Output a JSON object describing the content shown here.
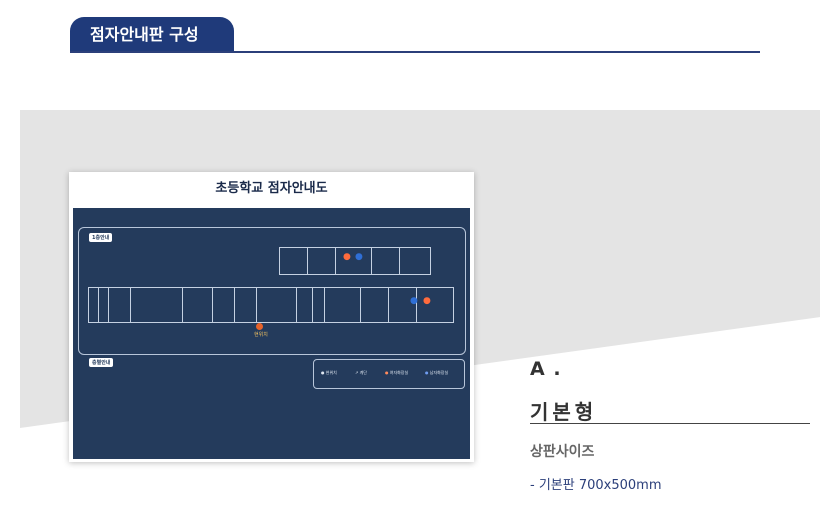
{
  "section": {
    "title": "점자안내판 구성"
  },
  "board": {
    "title": "초등학교 점자안내도",
    "floor_label": "1층안내",
    "legend_label": "층별안내",
    "here_label": "현위치",
    "symbols": [
      "현위치",
      "계단",
      "여자화장실",
      "남자화장실"
    ]
  },
  "caption": {
    "letter": "A .",
    "type": "기본형",
    "size_heading": "상판사이즈",
    "spec": "- 기본판 700x500mm"
  },
  "colors": {
    "brand": "#1f3a7a",
    "board_bg": "#243b5c",
    "band": "#e4e4e4"
  }
}
